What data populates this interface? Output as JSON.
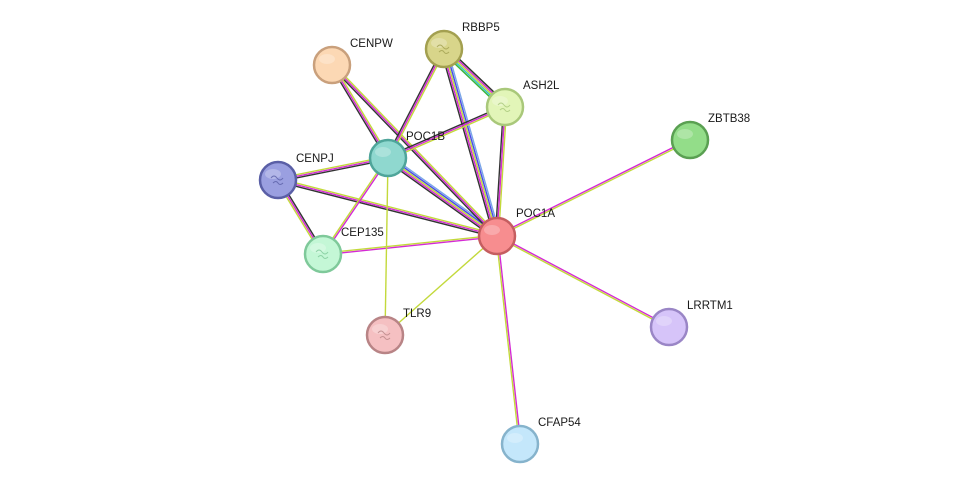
{
  "nodes": [
    {
      "id": "POC1A",
      "label": "POC1A",
      "fill": "#f78d8f",
      "stroke": "#c55e60",
      "icon": false
    },
    {
      "id": "POC1B",
      "label": "POC1B",
      "fill": "#8fd8cf",
      "stroke": "#4fa59a",
      "icon": false
    },
    {
      "id": "RBBP5",
      "label": "RBBP5",
      "fill": "#d8d58a",
      "stroke": "#a3a050",
      "icon": "protein-structure-icon"
    },
    {
      "id": "ASH2L",
      "label": "ASH2L",
      "fill": "#e2f5b8",
      "stroke": "#a9c87a",
      "icon": "protein-structure-icon"
    },
    {
      "id": "CENPW",
      "label": "CENPW",
      "fill": "#fcd8b4",
      "stroke": "#c9a07c",
      "icon": false
    },
    {
      "id": "CENPJ",
      "label": "CENPJ",
      "fill": "#9a9fe0",
      "stroke": "#5a5fa6",
      "icon": "protein-structure-icon"
    },
    {
      "id": "CEP135",
      "label": "CEP135",
      "fill": "#c4f7d6",
      "stroke": "#7fc99a",
      "icon": "protein-structure-icon"
    },
    {
      "id": "TLR9",
      "label": "TLR9",
      "fill": "#f5c0c2",
      "stroke": "#b88486",
      "icon": "protein-structure-icon"
    },
    {
      "id": "ZBTB38",
      "label": "ZBTB38",
      "fill": "#93dd89",
      "stroke": "#5aa052",
      "icon": false
    },
    {
      "id": "LRRTM1",
      "label": "LRRTM1",
      "fill": "#d6c4f9",
      "stroke": "#9a86c6",
      "icon": false
    },
    {
      "id": "CFAP54",
      "label": "CFAP54",
      "fill": "#c4e7fb",
      "stroke": "#86b3cc",
      "icon": false
    }
  ],
  "edge_colors": {
    "black": "#333333",
    "magenta": "#d42ad4",
    "yellow": "#c3d93b",
    "blue": "#4a4ae6",
    "cyan": "#36c4c4",
    "green": "#3bb53b",
    "lightblue": "#7aa6e8"
  },
  "edges": [
    {
      "from": "POC1A",
      "to": "POC1B",
      "kinds": [
        "black",
        "magenta",
        "yellow",
        "blue",
        "lightblue"
      ]
    },
    {
      "from": "POC1A",
      "to": "RBBP5",
      "kinds": [
        "black",
        "magenta",
        "yellow",
        "blue",
        "lightblue"
      ]
    },
    {
      "from": "POC1A",
      "to": "ASH2L",
      "kinds": [
        "black",
        "magenta",
        "yellow"
      ]
    },
    {
      "from": "POC1A",
      "to": "CENPW",
      "kinds": [
        "black",
        "magenta",
        "yellow"
      ]
    },
    {
      "from": "POC1A",
      "to": "CENPJ",
      "kinds": [
        "black",
        "magenta",
        "yellow"
      ]
    },
    {
      "from": "POC1A",
      "to": "CEP135",
      "kinds": [
        "magenta",
        "yellow"
      ]
    },
    {
      "from": "POC1A",
      "to": "TLR9",
      "kinds": [
        "yellow"
      ]
    },
    {
      "from": "POC1A",
      "to": "ZBTB38",
      "kinds": [
        "magenta",
        "yellow"
      ]
    },
    {
      "from": "POC1A",
      "to": "LRRTM1",
      "kinds": [
        "magenta",
        "yellow"
      ]
    },
    {
      "from": "POC1A",
      "to": "CFAP54",
      "kinds": [
        "magenta",
        "yellow"
      ]
    },
    {
      "from": "POC1B",
      "to": "RBBP5",
      "kinds": [
        "black",
        "magenta",
        "yellow"
      ]
    },
    {
      "from": "POC1B",
      "to": "ASH2L",
      "kinds": [
        "black",
        "magenta",
        "yellow"
      ]
    },
    {
      "from": "POC1B",
      "to": "CENPW",
      "kinds": [
        "black",
        "magenta",
        "yellow"
      ]
    },
    {
      "from": "POC1B",
      "to": "CENPJ",
      "kinds": [
        "black",
        "magenta",
        "yellow"
      ]
    },
    {
      "from": "POC1B",
      "to": "CEP135",
      "kinds": [
        "magenta",
        "yellow"
      ]
    },
    {
      "from": "POC1B",
      "to": "TLR9",
      "kinds": [
        "yellow"
      ]
    },
    {
      "from": "RBBP5",
      "to": "ASH2L",
      "kinds": [
        "black",
        "magenta",
        "yellow",
        "cyan",
        "green"
      ]
    },
    {
      "from": "CENPJ",
      "to": "CEP135",
      "kinds": [
        "black",
        "magenta",
        "yellow"
      ]
    }
  ]
}
